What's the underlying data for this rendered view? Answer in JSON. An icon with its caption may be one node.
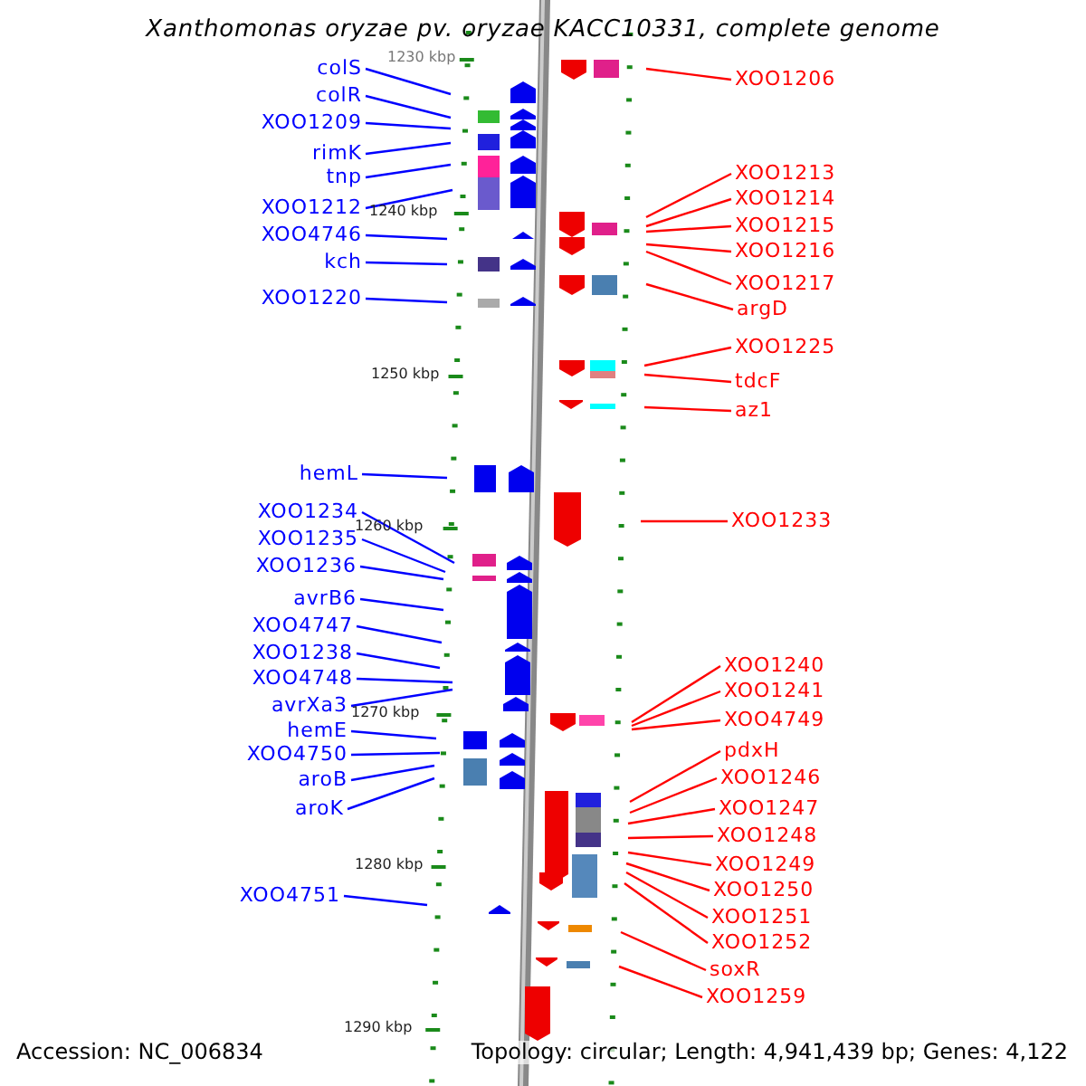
{
  "diagram": {
    "title": "Xanthomonas oryzae pv. oryzae KACC10331, complete genome",
    "nodes": [
      {
        "text": [
          "colS"
        ]
      },
      {
        "text": [
          "colR"
        ]
      },
      {
        "text": [
          "XOO1209"
        ]
      },
      {
        "text": [
          "rimK"
        ]
      },
      {
        "text": [
          "tnp"
        ]
      },
      {
        "text": [
          "XOO1212"
        ]
      },
      {
        "text": [
          "XOO4746"
        ]
      },
      {
        "text": [
          "kch"
        ]
      },
      {
        "text": [
          "XOO1220"
        ]
      },
      {
        "text": [
          "hemL"
        ]
      },
      {
        "text": [
          "XOO1234"
        ]
      },
      {
        "text": [
          "XOO1235"
        ]
      },
      {
        "text": [
          "XOO1236"
        ]
      },
      {
        "text": [
          "avrB6"
        ]
      },
      {
        "text": [
          "XOO4747"
        ]
      },
      {
        "text": [
          "XOO1238"
        ]
      },
      {
        "text": [
          "XOO4748"
        ]
      },
      {
        "text": [
          "avrXa3"
        ]
      },
      {
        "text": [
          "hemE"
        ]
      },
      {
        "text": [
          "XOO4750"
        ]
      },
      {
        "text": [
          "aroB"
        ]
      },
      {
        "text": [
          "aroK"
        ]
      },
      {
        "text": [
          "XOO4751"
        ]
      },
      {
        "text": [
          "XOO1206"
        ]
      },
      {
        "text": [
          "XOO1213"
        ]
      },
      {
        "text": [
          "XOO1214"
        ]
      },
      {
        "text": [
          "XOO1215"
        ]
      },
      {
        "text": [
          "XOO1216"
        ]
      },
      {
        "text": [
          "XOO1217"
        ]
      },
      {
        "text": [
          "argD"
        ]
      },
      {
        "text": [
          "XOO1225"
        ]
      },
      {
        "text": [
          "tdcF"
        ]
      },
      {
        "text": [
          "az1"
        ]
      },
      {
        "text": [
          "XOO1233"
        ]
      },
      {
        "text": [
          "XOO1240"
        ]
      },
      {
        "text": [
          "XOO1241"
        ]
      },
      {
        "text": [
          "XOO4749"
        ]
      },
      {
        "text": [
          "pdxH"
        ]
      },
      {
        "text": [
          "XOO1246"
        ]
      },
      {
        "text": [
          "XOO1247"
        ]
      },
      {
        "text": [
          "XOO1248"
        ]
      },
      {
        "text": [
          "XOO1249"
        ]
      },
      {
        "text": [
          "XOO1250"
        ]
      },
      {
        "text": [
          "XOO1251"
        ]
      },
      {
        "text": [
          "XOO1252"
        ]
      },
      {
        "text": [
          "soxR"
        ]
      },
      {
        "text": [
          "XOO1259"
        ]
      }
    ],
    "edges": [
      {
        "from": 0,
        "to": null,
        "arrow": "none",
        "color": "#0000ff"
      },
      {
        "from": 1,
        "to": null,
        "arrow": "none",
        "color": "#0000ff"
      },
      {
        "from": 2,
        "to": null,
        "arrow": "none",
        "color": "#0000ff"
      },
      {
        "from": 3,
        "to": null,
        "arrow": "none",
        "color": "#0000ff"
      },
      {
        "from": 4,
        "to": null,
        "arrow": "none",
        "color": "#0000ff"
      },
      {
        "from": 5,
        "to": null,
        "arrow": "none",
        "color": "#0000ff"
      },
      {
        "from": 6,
        "to": null,
        "arrow": "none",
        "color": "#0000ff"
      },
      {
        "from": 7,
        "to": null,
        "arrow": "none",
        "color": "#0000ff"
      },
      {
        "from": 8,
        "to": null,
        "arrow": "none",
        "color": "#0000ff"
      },
      {
        "from": 9,
        "to": null,
        "arrow": "none",
        "color": "#0000ff"
      },
      {
        "from": 10,
        "to": null,
        "arrow": "none",
        "color": "#0000ff"
      },
      {
        "from": 11,
        "to": null,
        "arrow": "none",
        "color": "#0000ff"
      },
      {
        "from": 12,
        "to": null,
        "arrow": "none",
        "color": "#0000ff"
      },
      {
        "from": 13,
        "to": null,
        "arrow": "none",
        "color": "#0000ff"
      },
      {
        "from": 14,
        "to": null,
        "arrow": "none",
        "color": "#0000ff"
      },
      {
        "from": 15,
        "to": null,
        "arrow": "none",
        "color": "#0000ff"
      },
      {
        "from": 16,
        "to": null,
        "arrow": "none",
        "color": "#0000ff"
      },
      {
        "from": 17,
        "to": null,
        "arrow": "none",
        "color": "#0000ff"
      },
      {
        "from": 18,
        "to": null,
        "arrow": "none",
        "color": "#0000ff"
      },
      {
        "from": 19,
        "to": null,
        "arrow": "none",
        "color": "#0000ff"
      },
      {
        "from": 20,
        "to": null,
        "arrow": "none",
        "color": "#0000ff"
      },
      {
        "from": 21,
        "to": null,
        "arrow": "none",
        "color": "#0000ff"
      },
      {
        "from": 22,
        "to": null,
        "arrow": "none",
        "color": "#0000ff"
      },
      {
        "from": 23,
        "to": null,
        "arrow": "none",
        "color": "#ff0000"
      },
      {
        "from": 24,
        "to": null,
        "arrow": "none",
        "color": "#ff0000"
      },
      {
        "from": 25,
        "to": null,
        "arrow": "none",
        "color": "#ff0000"
      },
      {
        "from": 26,
        "to": null,
        "arrow": "none",
        "color": "#ff0000"
      },
      {
        "from": 27,
        "to": null,
        "arrow": "none",
        "color": "#ff0000"
      },
      {
        "from": 28,
        "to": null,
        "arrow": "none",
        "color": "#ff0000"
      },
      {
        "from": 29,
        "to": null,
        "arrow": "none",
        "color": "#ff0000"
      },
      {
        "from": 30,
        "to": null,
        "arrow": "none",
        "color": "#ff0000"
      },
      {
        "from": 31,
        "to": null,
        "arrow": "none",
        "color": "#ff0000"
      },
      {
        "from": 32,
        "to": null,
        "arrow": "none",
        "color": "#ff0000"
      },
      {
        "from": 33,
        "to": null,
        "arrow": "none",
        "color": "#ff0000"
      },
      {
        "from": 34,
        "to": null,
        "arrow": "none",
        "color": "#ff0000"
      },
      {
        "from": 35,
        "to": null,
        "arrow": "none",
        "color": "#ff0000"
      },
      {
        "from": 36,
        "to": null,
        "arrow": "none",
        "color": "#ff0000"
      },
      {
        "from": 37,
        "to": null,
        "arrow": "none",
        "color": "#ff0000"
      },
      {
        "from": 38,
        "to": null,
        "arrow": "none",
        "color": "#ff0000"
      },
      {
        "from": 39,
        "to": null,
        "arrow": "none",
        "color": "#ff0000"
      },
      {
        "from": 40,
        "to": null,
        "arrow": "none",
        "color": "#ff0000"
      },
      {
        "from": 41,
        "to": null,
        "arrow": "none",
        "color": "#ff0000"
      },
      {
        "from": 42,
        "to": null,
        "arrow": "none",
        "color": "#ff0000"
      },
      {
        "from": 43,
        "to": null,
        "arrow": "none",
        "color": "#ff0000"
      },
      {
        "from": 44,
        "to": null,
        "arrow": "none",
        "color": "#ff0000"
      },
      {
        "from": 45,
        "to": null,
        "arrow": "none",
        "color": "#ff0000"
      },
      {
        "from": 46,
        "to": null,
        "arrow": "none",
        "color": "#ff0000"
      }
    ],
    "labels": [
      "1230 kbp",
      "1240 kbp",
      "1250 kbp",
      "1260 kbp",
      "1270 kbp",
      "1280 kbp",
      "1290 kbp",
      "Accession: NC_006834",
      "Topology: circular; Length: 4,941,439 bp; Genes: 4,122"
    ]
  }
}
